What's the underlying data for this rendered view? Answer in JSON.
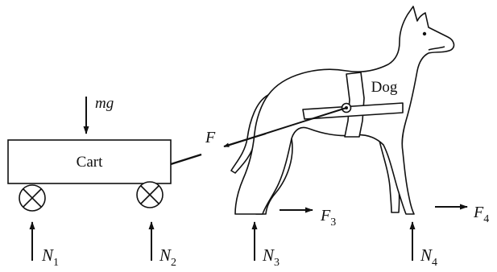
{
  "labels": {
    "cart": "Cart",
    "dog": "Dog",
    "mg": "mg",
    "F": "F",
    "F3": {
      "main": "F",
      "sub": "3"
    },
    "F4": {
      "main": "F",
      "sub": "4"
    },
    "N1": {
      "main": "N",
      "sub": "1"
    },
    "N2": {
      "main": "N",
      "sub": "2"
    },
    "N3": {
      "main": "N",
      "sub": "3"
    },
    "N4": {
      "main": "N",
      "sub": "4"
    }
  },
  "colors": {
    "ink": "#111111",
    "dog_fill": "#ffffff",
    "background": "#ffffff"
  }
}
